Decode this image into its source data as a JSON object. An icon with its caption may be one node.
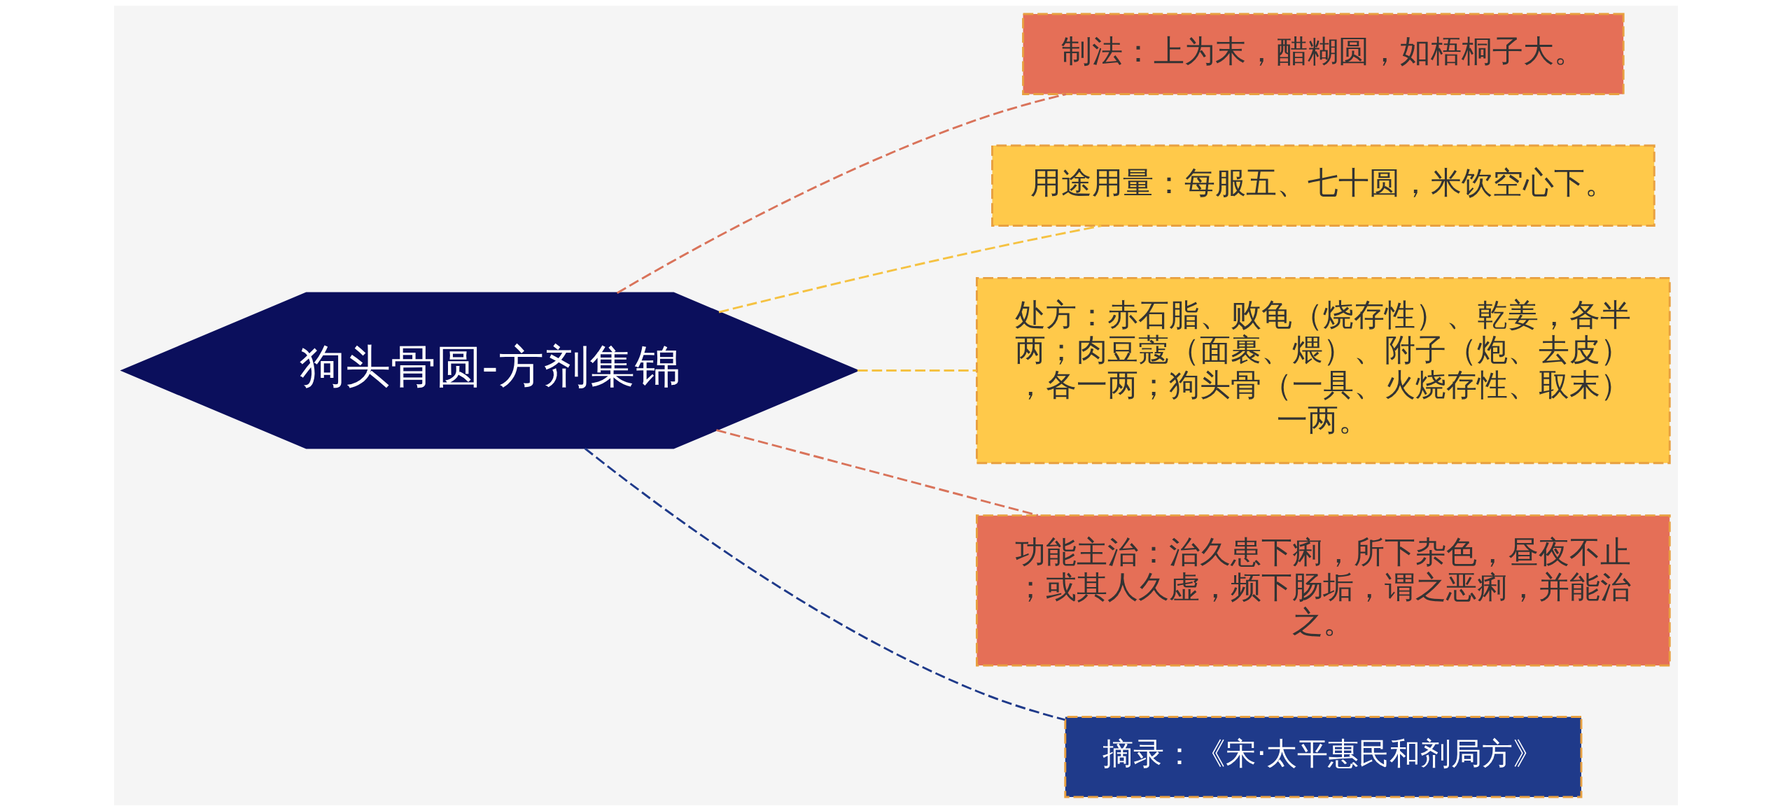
{
  "diagram": {
    "nodes": [
      {
        "text": [
          "狗头骨圆-方剂集锦"
        ]
      },
      {
        "text": [
          "制法：上为末，醋糊圆，如梧桐子大。"
        ]
      },
      {
        "text": [
          "用途用量：每服五、七十圆，米饮空心下。"
        ]
      },
      {
        "text": [
          "处方：赤石脂、败龟（烧存性）、乾姜，各半两；肉豆蔻（面裹、煨）、附子（炮、去皮），各一两；狗头骨（一具、火烧存性、取末）一两。"
        ]
      },
      {
        "text": [
          "功能主治：治久患下痢，所下杂色，昼夜不止；或其人久虚，频下肠垢，谓之恶痢，并能治之。"
        ]
      },
      {
        "text": [
          "摘录：《宋·太平惠民和剂局方》"
        ]
      }
    ],
    "edges": [
      {
        "from": 0,
        "to": 1,
        "arrow": "none",
        "style": "dashed",
        "color": "#d9735a"
      },
      {
        "from": 0,
        "to": 2,
        "arrow": "none",
        "style": "dashed",
        "color": "#f5c242"
      },
      {
        "from": 0,
        "to": 3,
        "arrow": "none",
        "style": "dashed",
        "color": "#f5c242"
      },
      {
        "from": 0,
        "to": 4,
        "arrow": "none",
        "style": "dashed",
        "color": "#d9735a"
      },
      {
        "from": 0,
        "to": 5,
        "arrow": "none",
        "style": "dashed",
        "color": "#1f3a8a"
      }
    ]
  }
}
